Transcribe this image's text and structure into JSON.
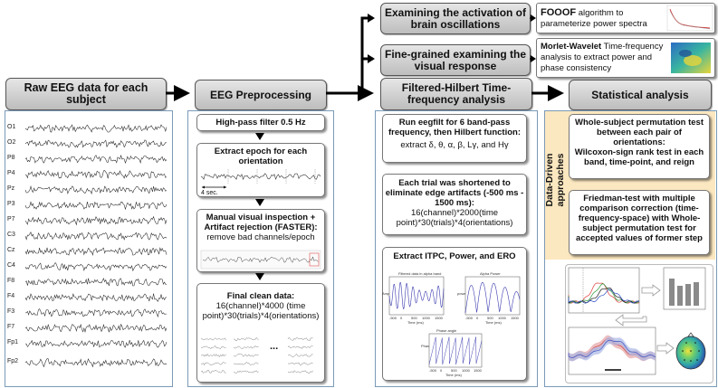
{
  "top": {
    "examine_activation": "Examining the activation of brain oscillations",
    "fine_grained": "Fine-grained examining the visual response",
    "fooof_bold": "FOOOF",
    "fooof_text": " algorithm to parameterize power spectra",
    "morlet_bold": "Morlet-Wavelet",
    "morlet_text": " Time-frequency analysis to extract power and phase consistency"
  },
  "raw": {
    "title": "Raw EEG data for each subject",
    "channels": [
      "O1",
      "O2",
      "P8",
      "P4",
      "Pz",
      "P3",
      "P7",
      "C3",
      "Cz",
      "C4",
      "F8",
      "F4",
      "F3",
      "F7",
      "Fp1",
      "Fp2"
    ]
  },
  "prep": {
    "title": "EEG Preprocessing",
    "highpass": "High-pass filter 0.5 Hz",
    "epoch": "Extract epoch for each orientation",
    "epoch_scale": "4 sec.",
    "manual_bold": "Manual visual inspection + Artifact rejection (FASTER):",
    "manual_text": "remove bad channels/epoch",
    "final_bold": "Final clean data:",
    "final_text": "16(channel)*4000 (time point)*30(trials)*4(orientations)",
    "ellipsis": "..."
  },
  "hilbert": {
    "title": "Filtered-Hilbert Time-frequency analysis",
    "run_bold": "Run eegfilt for 6 band-pass frequency, then Hilbert function:",
    "run_text": "extract δ, θ, α, β, Lγ, and Hγ",
    "trial_bold": "Each trial was shortened to eliminate edge artifacts (-500 ms - 1500  ms):",
    "trial_text": "16(channel)*2000(time point)*30(trials)*4(orientations)",
    "extract": "Extract ITPC, Power, and ERO",
    "plot1_title": "Filtered data in alpha band",
    "plot1_ylabel": "Amp",
    "plot2_title": "Alpha Power",
    "plot2_ylabel": "power",
    "plot3_title": "Phase angle",
    "plot3_ylabel": "Phase angle (rad)",
    "xlabel": "Time (ms)",
    "xticks": [
      "-500",
      "0",
      "500",
      "1000",
      "1500"
    ]
  },
  "stats": {
    "title": "Statistical analysis",
    "side_label": "Data-Driven approaches",
    "perm_bold": "Whole-subject permutation test between each pair of orientations:",
    "perm_bold2": "Wilcoxon-sign rank test in each band, time-point, and reign",
    "friedman_bold": "Friedman-test with multiple comparison correction (time-frequency-space) with Whole-subject permutation test for accepted values of former step"
  },
  "colors": {
    "header_bg": "#cfcfcf",
    "panel_border": "#7a9ab8",
    "side_bg": "#fbe7c0",
    "arrow": "#000000",
    "wave": "#3b3bb0"
  }
}
